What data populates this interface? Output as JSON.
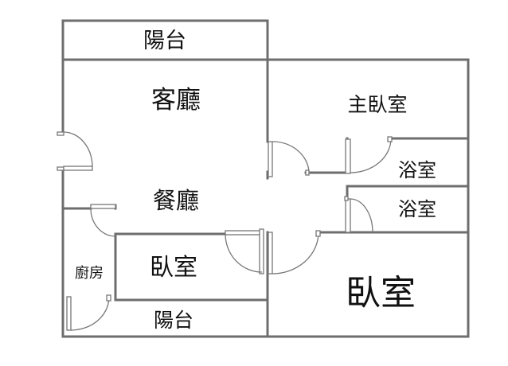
{
  "colors": {
    "wall": "#6e6e6e",
    "door": "#777777",
    "text": "#111111",
    "background": "#ffffff"
  },
  "rooms": {
    "balcony_top": "陽台",
    "living_room": "客廳",
    "master_bedroom": "主臥室",
    "bathroom_1": "浴室",
    "bathroom_2": "浴室",
    "dining_room": "餐廳",
    "kitchen": "廚房",
    "bedroom_small": "臥室",
    "balcony_bottom": "陽台",
    "bedroom_large": "臥室"
  }
}
